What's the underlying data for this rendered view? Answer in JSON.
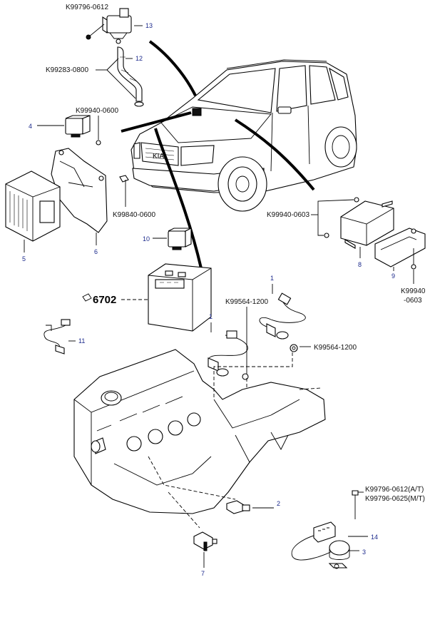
{
  "part_numbers": {
    "bolt_relay": "K99796-0612",
    "hose_clip": "K99283-0800",
    "nut_relay": "K99940-0600",
    "nut_ecu_bracket": "K99840-0600",
    "nut_module": "K99940-0603",
    "nut_bracket_9_a": "K99940",
    "nut_bracket_9_b": "-0603",
    "washer_sensor_left": "K99564-1200",
    "washer_sensor_right": "K99564-1200",
    "bolt_sensor_at": "K99796-0612(A/T)",
    "bolt_sensor_mt": "K99796-0625(M/T)"
  },
  "reference_code": "6702",
  "callouts": {
    "c1_top": "1",
    "c1_left": "1",
    "c2": "2",
    "c3": "3",
    "c4": "4",
    "c5": "5",
    "c6": "6",
    "c7": "7",
    "c8": "8",
    "c9": "9",
    "c10": "10",
    "c11": "11",
    "c12": "12",
    "c13": "13",
    "c14": "14"
  }
}
